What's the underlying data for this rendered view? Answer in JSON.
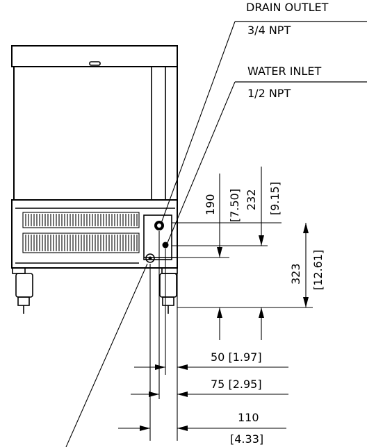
{
  "callouts": {
    "drain": {
      "name": "DRAIN  OUTLET",
      "size": "3/4  NPT"
    },
    "water": {
      "name": "WATER  INLET",
      "size": "1/2  NPT"
    }
  },
  "dimensions": {
    "d190": {
      "mm": "190",
      "inch": "[7.50]"
    },
    "d232": {
      "mm": "232",
      "inch": "[9.15]"
    },
    "d323": {
      "mm": "323",
      "inch": "[12.61]"
    },
    "d50": {
      "mm": "50",
      "inch": "[1.97]",
      "text": "50  [1.97]"
    },
    "d75": {
      "mm": "75",
      "inch": "[2.95]",
      "text": "75  [2.95]"
    },
    "d110": {
      "mm": "110",
      "inch": "[4.33]"
    }
  }
}
